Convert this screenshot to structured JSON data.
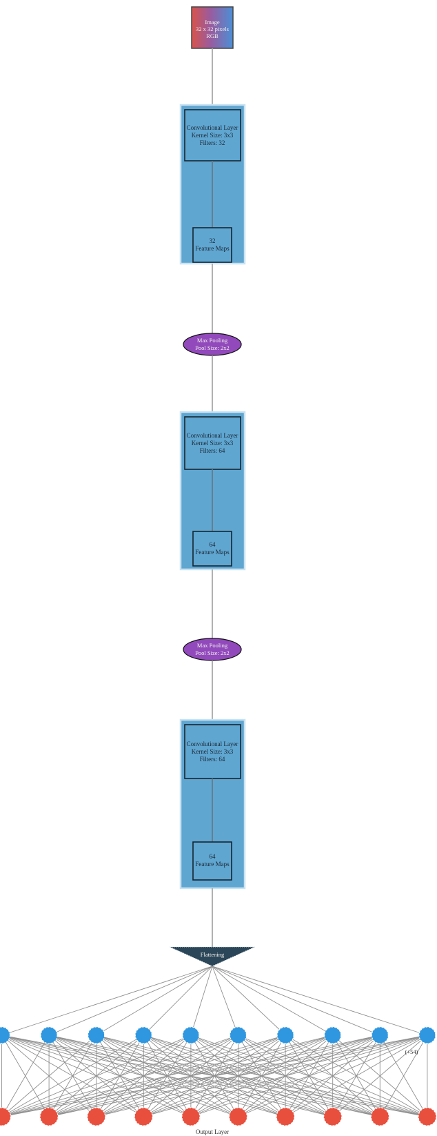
{
  "input_box": {
    "lines": [
      "Image",
      "32 x 32 pixels",
      "RGB"
    ],
    "gradient": [
      "#d9534b",
      "#9a5b9e",
      "#4b8fd6"
    ]
  },
  "conv_blocks": [
    {
      "label_lines": [
        "Convolutional Layer",
        "Kernel Size: 3x3",
        "Filters: 32"
      ],
      "feature_lines": [
        "32",
        "Feature Maps"
      ]
    },
    {
      "label_lines": [
        "Convolutional Layer",
        "Kernel Size: 3x3",
        "Filters: 64"
      ],
      "feature_lines": [
        "64",
        "Feature Maps"
      ]
    },
    {
      "label_lines": [
        "Convolutional Layer",
        "Kernel Size: 3x3",
        "Filters: 64"
      ],
      "feature_lines": [
        "64",
        "Feature Maps"
      ]
    }
  ],
  "pool_layers": [
    {
      "lines": [
        "Max Pooling",
        "Pool Size: 2x2"
      ]
    },
    {
      "lines": [
        "Max Pooling",
        "Pool Size: 2x2"
      ]
    }
  ],
  "flatten": {
    "label": "Flattening"
  },
  "dense_layer": {
    "visible_nodes": 10,
    "overflow_note": "(+54)",
    "node_color": "#2f97e0"
  },
  "output_layer": {
    "visible_nodes": 10,
    "label": "Output Layer",
    "node_color": "#e94f3d"
  },
  "colors": {
    "conv_fill": "#5fa6d1",
    "conv_border": "#c9e2f1",
    "inner_border": "#16252f",
    "inner_line": "#66798a",
    "pool_fill": "#9149bb",
    "pool_border": "#111111",
    "flatten_fill": "#2b4658",
    "flatten_border": "#dfe6ea",
    "connector": "#a8a8a8",
    "edge": "#8f8f8f",
    "node_stroke": "#ffffff",
    "image_border": "#444444"
  }
}
